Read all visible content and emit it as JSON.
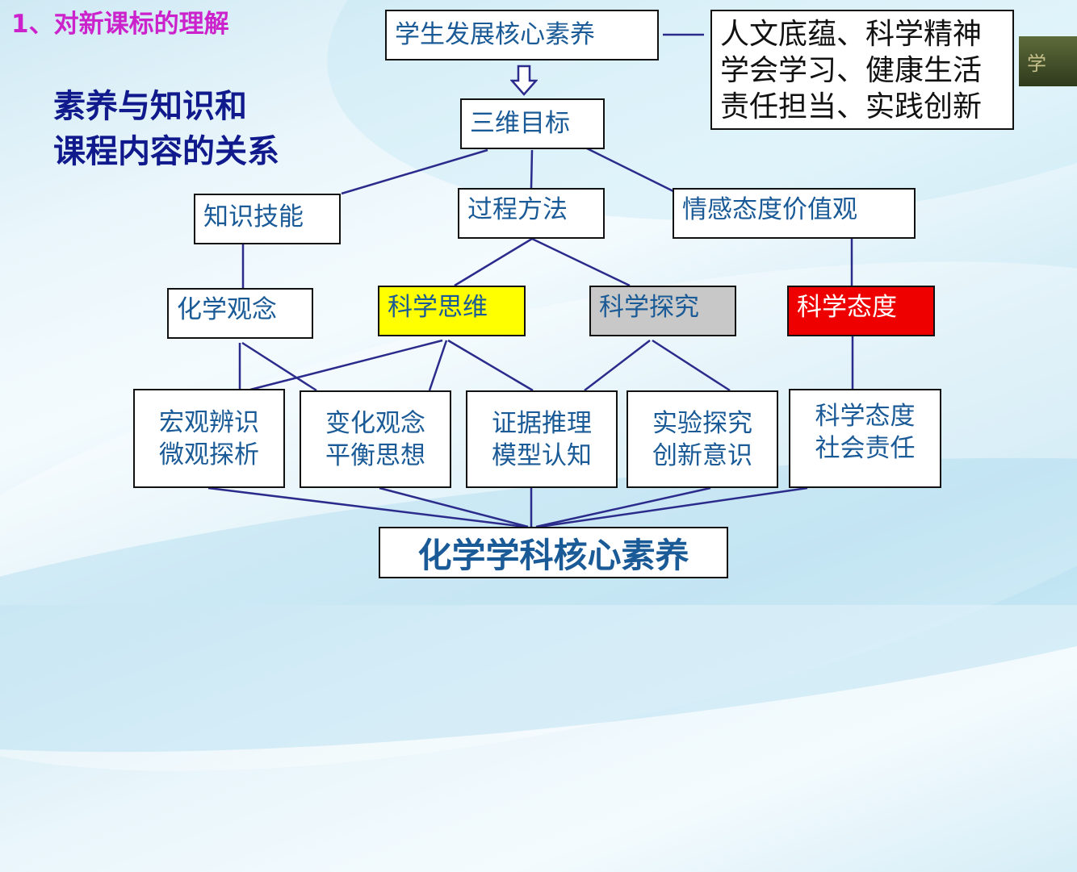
{
  "header": {
    "slide_title": "1、对新课标的理解",
    "relation_title": [
      "素养与知识和",
      "课程内容的关系"
    ]
  },
  "top": {
    "core_literacy": "学生发展核心素养",
    "literacy_items": [
      "人文底蕴、科学精神",
      "学会学习、健康生活",
      "责任担当、实践创新"
    ]
  },
  "level1": {
    "three_dim_goals": "三维目标"
  },
  "level2": {
    "knowledge_skills": "知识技能",
    "process_methods": "过程方法",
    "emotion_values": "情感态度价值观"
  },
  "level3": {
    "chem_concepts": "化学观念",
    "sci_thinking": "科学思维",
    "sci_inquiry": "科学探究",
    "sci_attitude": "科学态度"
  },
  "level4": [
    [
      "宏观辨识",
      "微观探析"
    ],
    [
      "变化观念",
      "平衡思想"
    ],
    [
      "证据推理",
      "模型认知"
    ],
    [
      "实验探究",
      "创新意识"
    ],
    [
      "科学态度",
      "社会责任"
    ]
  ],
  "final": {
    "chem_core_literacy": "化学学科核心素养"
  },
  "badge": {
    "text": "学"
  },
  "colors": {
    "box_text": "#1a5a96",
    "line": "#2b2b8c",
    "sci_thinking_fill": "#ffff00",
    "sci_inquiry_fill": "#c8c8c8",
    "sci_attitude_fill": "#ee0000",
    "slide_title": "#cc22cc",
    "relation_title": "#101a8c"
  }
}
